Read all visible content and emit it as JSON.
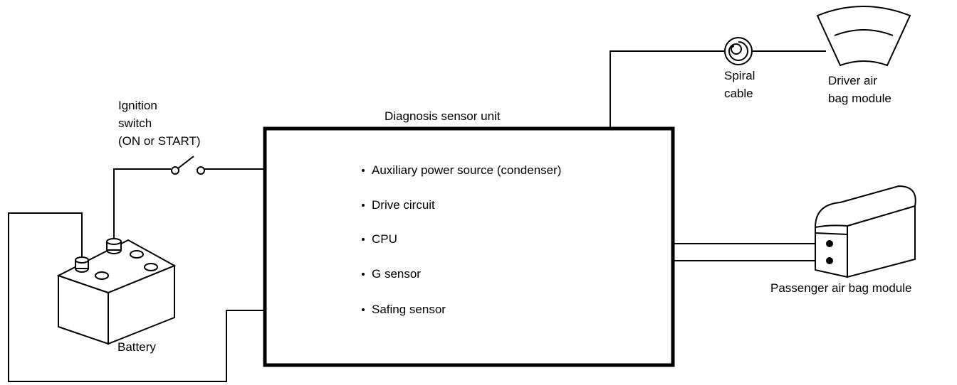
{
  "diagram": {
    "ignition": {
      "line1": "Ignition",
      "line2": "switch",
      "line3": "(ON or START)"
    },
    "battery_label": "Battery",
    "dsu": {
      "title": "Diagnosis sensor unit",
      "items": [
        "Auxiliary power source (condenser)",
        "Drive circuit",
        "CPU",
        "G sensor",
        "Safing sensor"
      ]
    },
    "spiral_cable": {
      "line1": "Spiral",
      "line2": "cable"
    },
    "driver_airbag": {
      "line1": "Driver air",
      "line2": "bag module"
    },
    "passenger_airbag": "Passenger air bag module",
    "icons": [
      "battery-icon",
      "ignition-switch-icon",
      "spiral-cable-icon",
      "driver-airbag-icon",
      "passenger-airbag-icon"
    ]
  }
}
